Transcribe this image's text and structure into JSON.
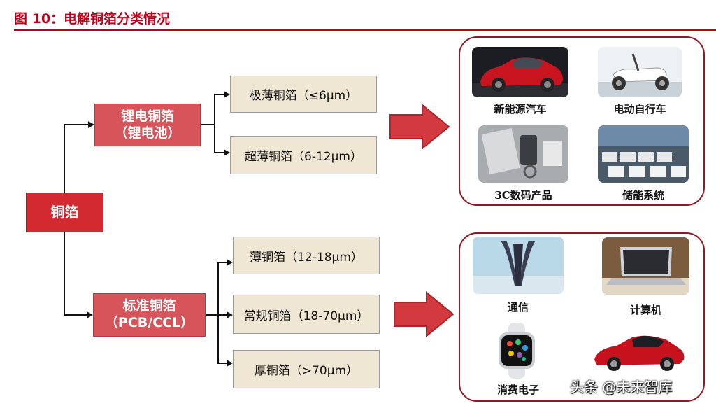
{
  "title": "图 10：电解铜箔分类情况",
  "root": {
    "label": "铜箔"
  },
  "branches": [
    {
      "line1": "锂电铜箔",
      "line2": "（锂电池）",
      "leaves": [
        "极薄铜箔（≤6μm）",
        "超薄铜箔（6-12μm）"
      ],
      "applications": [
        "新能源汽车",
        "电动自行车",
        "3C数码产品",
        "储能系统"
      ]
    },
    {
      "line1": "标准铜箔",
      "line2": "（PCB/CCL）",
      "leaves": [
        "薄铜箔（12-18μm）",
        "常规铜箔（18-70μm）",
        "厚铜箔（>70μm）"
      ],
      "applications": [
        "通信",
        "计算机",
        "消费电子"
      ]
    }
  ],
  "watermark": "头条 @未来智库",
  "colors": {
    "accent": "#c0001a",
    "box": "#d6545a",
    "leaf": "#efe6d3",
    "arrow": "#d23a3f"
  }
}
